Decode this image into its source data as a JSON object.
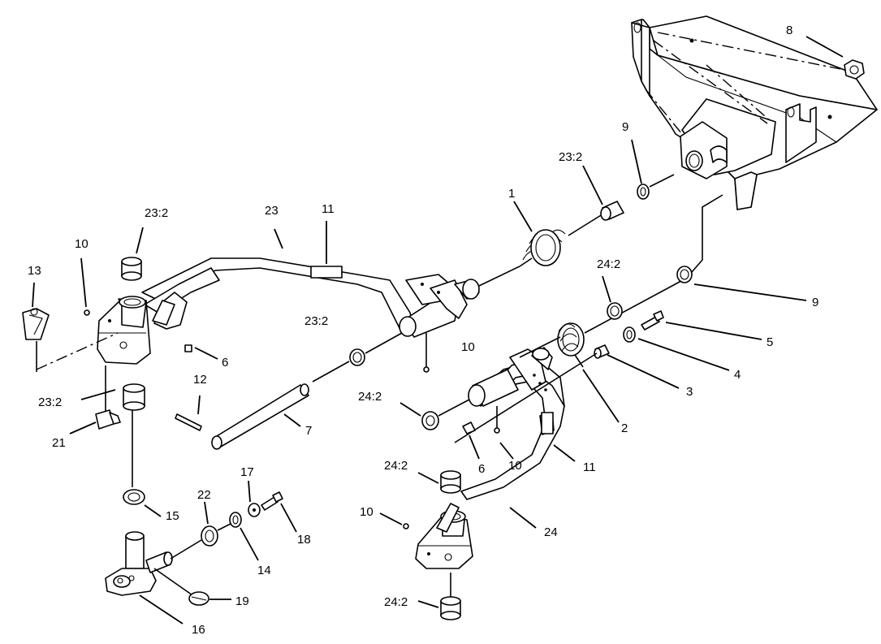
{
  "callouts": [
    {
      "id": "c8",
      "label": "8"
    },
    {
      "id": "c9a",
      "label": "9"
    },
    {
      "id": "c23_2a",
      "label": "23:2"
    },
    {
      "id": "c1",
      "label": "1"
    },
    {
      "id": "c23",
      "label": "23"
    },
    {
      "id": "c11a",
      "label": "11"
    },
    {
      "id": "c23_2b",
      "label": "23:2"
    },
    {
      "id": "c10a",
      "label": "10"
    },
    {
      "id": "c13",
      "label": "13"
    },
    {
      "id": "c24_2a",
      "label": "24:2"
    },
    {
      "id": "c9b",
      "label": "9"
    },
    {
      "id": "c5",
      "label": "5"
    },
    {
      "id": "c23_2c",
      "label": "23:2"
    },
    {
      "id": "c10b",
      "label": "10"
    },
    {
      "id": "c4",
      "label": "4"
    },
    {
      "id": "c6a",
      "label": "6"
    },
    {
      "id": "c3",
      "label": "3"
    },
    {
      "id": "c12",
      "label": "12"
    },
    {
      "id": "c24_2b",
      "label": "24:2"
    },
    {
      "id": "c23_2d",
      "label": "23:2"
    },
    {
      "id": "c2",
      "label": "2"
    },
    {
      "id": "c7",
      "label": "7"
    },
    {
      "id": "c21",
      "label": "21"
    },
    {
      "id": "c6b",
      "label": "6"
    },
    {
      "id": "c10c",
      "label": "10"
    },
    {
      "id": "c11b",
      "label": "11"
    },
    {
      "id": "c24_2c",
      "label": "24:2"
    },
    {
      "id": "c17",
      "label": "17"
    },
    {
      "id": "c22",
      "label": "22"
    },
    {
      "id": "c15",
      "label": "15"
    },
    {
      "id": "c10d",
      "label": "10"
    },
    {
      "id": "c24",
      "label": "24"
    },
    {
      "id": "c18",
      "label": "18"
    },
    {
      "id": "c14",
      "label": "14"
    },
    {
      "id": "c19",
      "label": "19"
    },
    {
      "id": "c24_2d",
      "label": "24:2"
    },
    {
      "id": "c16",
      "label": "16"
    }
  ]
}
